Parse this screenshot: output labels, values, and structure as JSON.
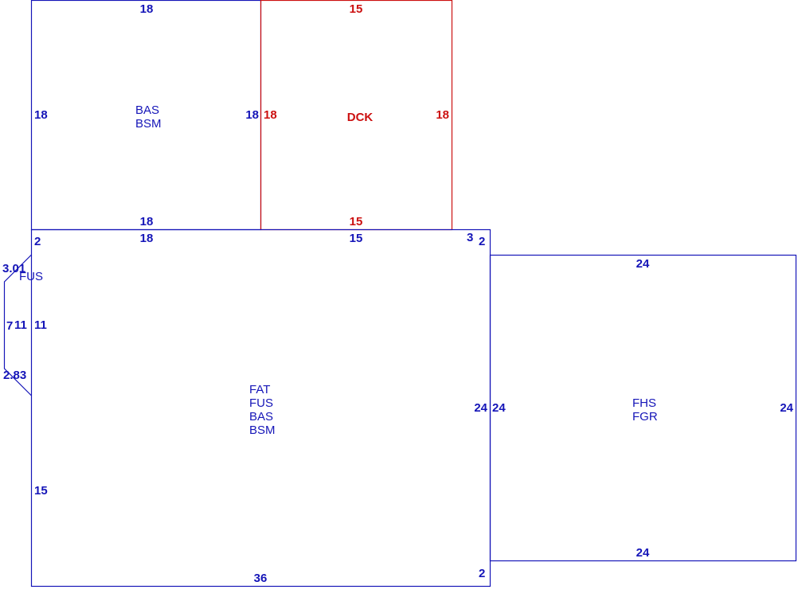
{
  "colors": {
    "main": "#1515b8",
    "deck": "#cc1010"
  },
  "sections": {
    "basement_top": {
      "lines": [
        "BAS",
        "BSM"
      ],
      "dims": {
        "top": "18",
        "left": "18",
        "right": "18",
        "bottom": "18"
      }
    },
    "deck": {
      "lines": [
        "DCK"
      ],
      "dims": {
        "top": "15",
        "left": "18",
        "right": "18",
        "bottom": "15"
      }
    },
    "main": {
      "lines": [
        "FAT",
        "FUS",
        "BAS",
        "BSM"
      ],
      "dims": {
        "top_left": "18",
        "top_right": "15",
        "corner_top_left": "2",
        "corner_top_right": "3",
        "left_upper": "11",
        "left_lower": "15",
        "right": "24",
        "bottom": "36",
        "corner_bottom_right": "2",
        "notch_right_top": "2"
      }
    },
    "bay": {
      "lines": [
        "FUS"
      ],
      "dims": {
        "top": "3.01",
        "left_a": "7",
        "left_b": "11",
        "bottom": "2.83"
      }
    },
    "garage": {
      "lines": [
        "FHS",
        "FGR"
      ],
      "dims": {
        "top": "24",
        "left": "24",
        "right": "24",
        "bottom": "24"
      }
    }
  }
}
